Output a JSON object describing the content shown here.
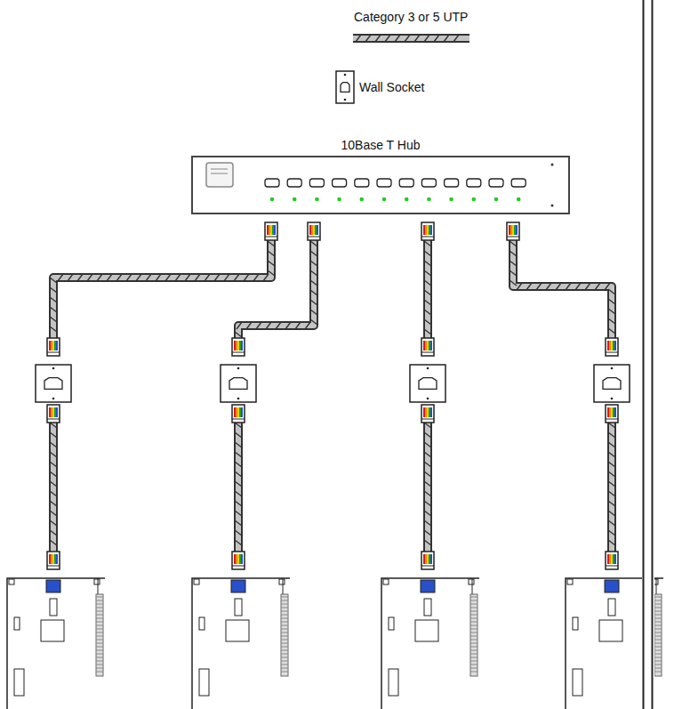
{
  "diagram": {
    "nodes": [
      {
        "text": [
          "10Base T Hub"
        ]
      }
    ],
    "legend": [
      {
        "text": "Category 3 or 5 UTP"
      },
      {
        "text": "Wall Socket"
      }
    ]
  }
}
